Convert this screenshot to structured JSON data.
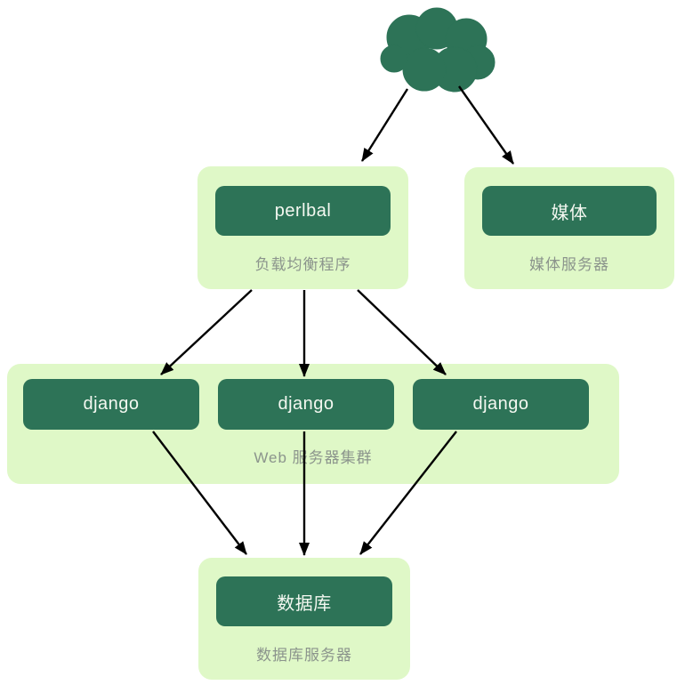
{
  "nodes": {
    "cloud": {
      "icon": "cloud-icon"
    },
    "loadbalancer": {
      "box": "perlbal",
      "caption": "负载均衡程序"
    },
    "media": {
      "box": "媒体",
      "caption": "媒体服务器"
    },
    "webcluster": {
      "boxes": [
        "django",
        "django",
        "django"
      ],
      "caption": "Web 服务器集群"
    },
    "database": {
      "box": "数据库",
      "caption": "数据库服务器"
    }
  },
  "edges": [
    {
      "from": "cloud",
      "to": "loadbalancer"
    },
    {
      "from": "cloud",
      "to": "media"
    },
    {
      "from": "loadbalancer",
      "to": "django-1"
    },
    {
      "from": "loadbalancer",
      "to": "django-2"
    },
    {
      "from": "loadbalancer",
      "to": "django-3"
    },
    {
      "from": "django-1",
      "to": "database"
    },
    {
      "from": "django-2",
      "to": "database"
    },
    {
      "from": "django-3",
      "to": "database"
    }
  ],
  "colors": {
    "dark_green": "#2d7357",
    "light_green": "#dff8c7",
    "caption_gray": "#8b948c",
    "box_text": "#f4f8f1",
    "arrow_black": "#000000"
  }
}
